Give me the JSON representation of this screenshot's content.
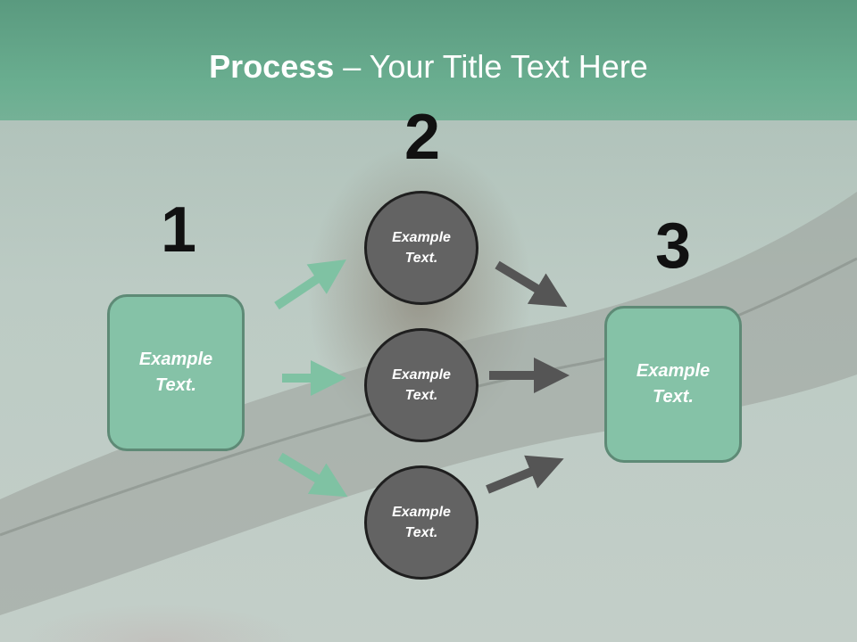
{
  "slide": {
    "title_bold": "Process",
    "title_rest": " – Your Title Text Here",
    "colors": {
      "header": "#6aae90",
      "box_fill": "#85c2a7",
      "box_border": "#5e8a76",
      "circle_fill": "#636363",
      "circle_border": "#1f1f1f",
      "green_arrow": "#7fc2a3",
      "gray_arrow": "#555555"
    }
  },
  "steps": {
    "step1": {
      "number": "1",
      "text": "Example\nText."
    },
    "step2": {
      "number": "2"
    },
    "step3": {
      "number": "3",
      "text": "Example\nText."
    }
  },
  "circles": [
    {
      "text": "Example\nText."
    },
    {
      "text": "Example\nText."
    },
    {
      "text": "Example\nText."
    }
  ]
}
